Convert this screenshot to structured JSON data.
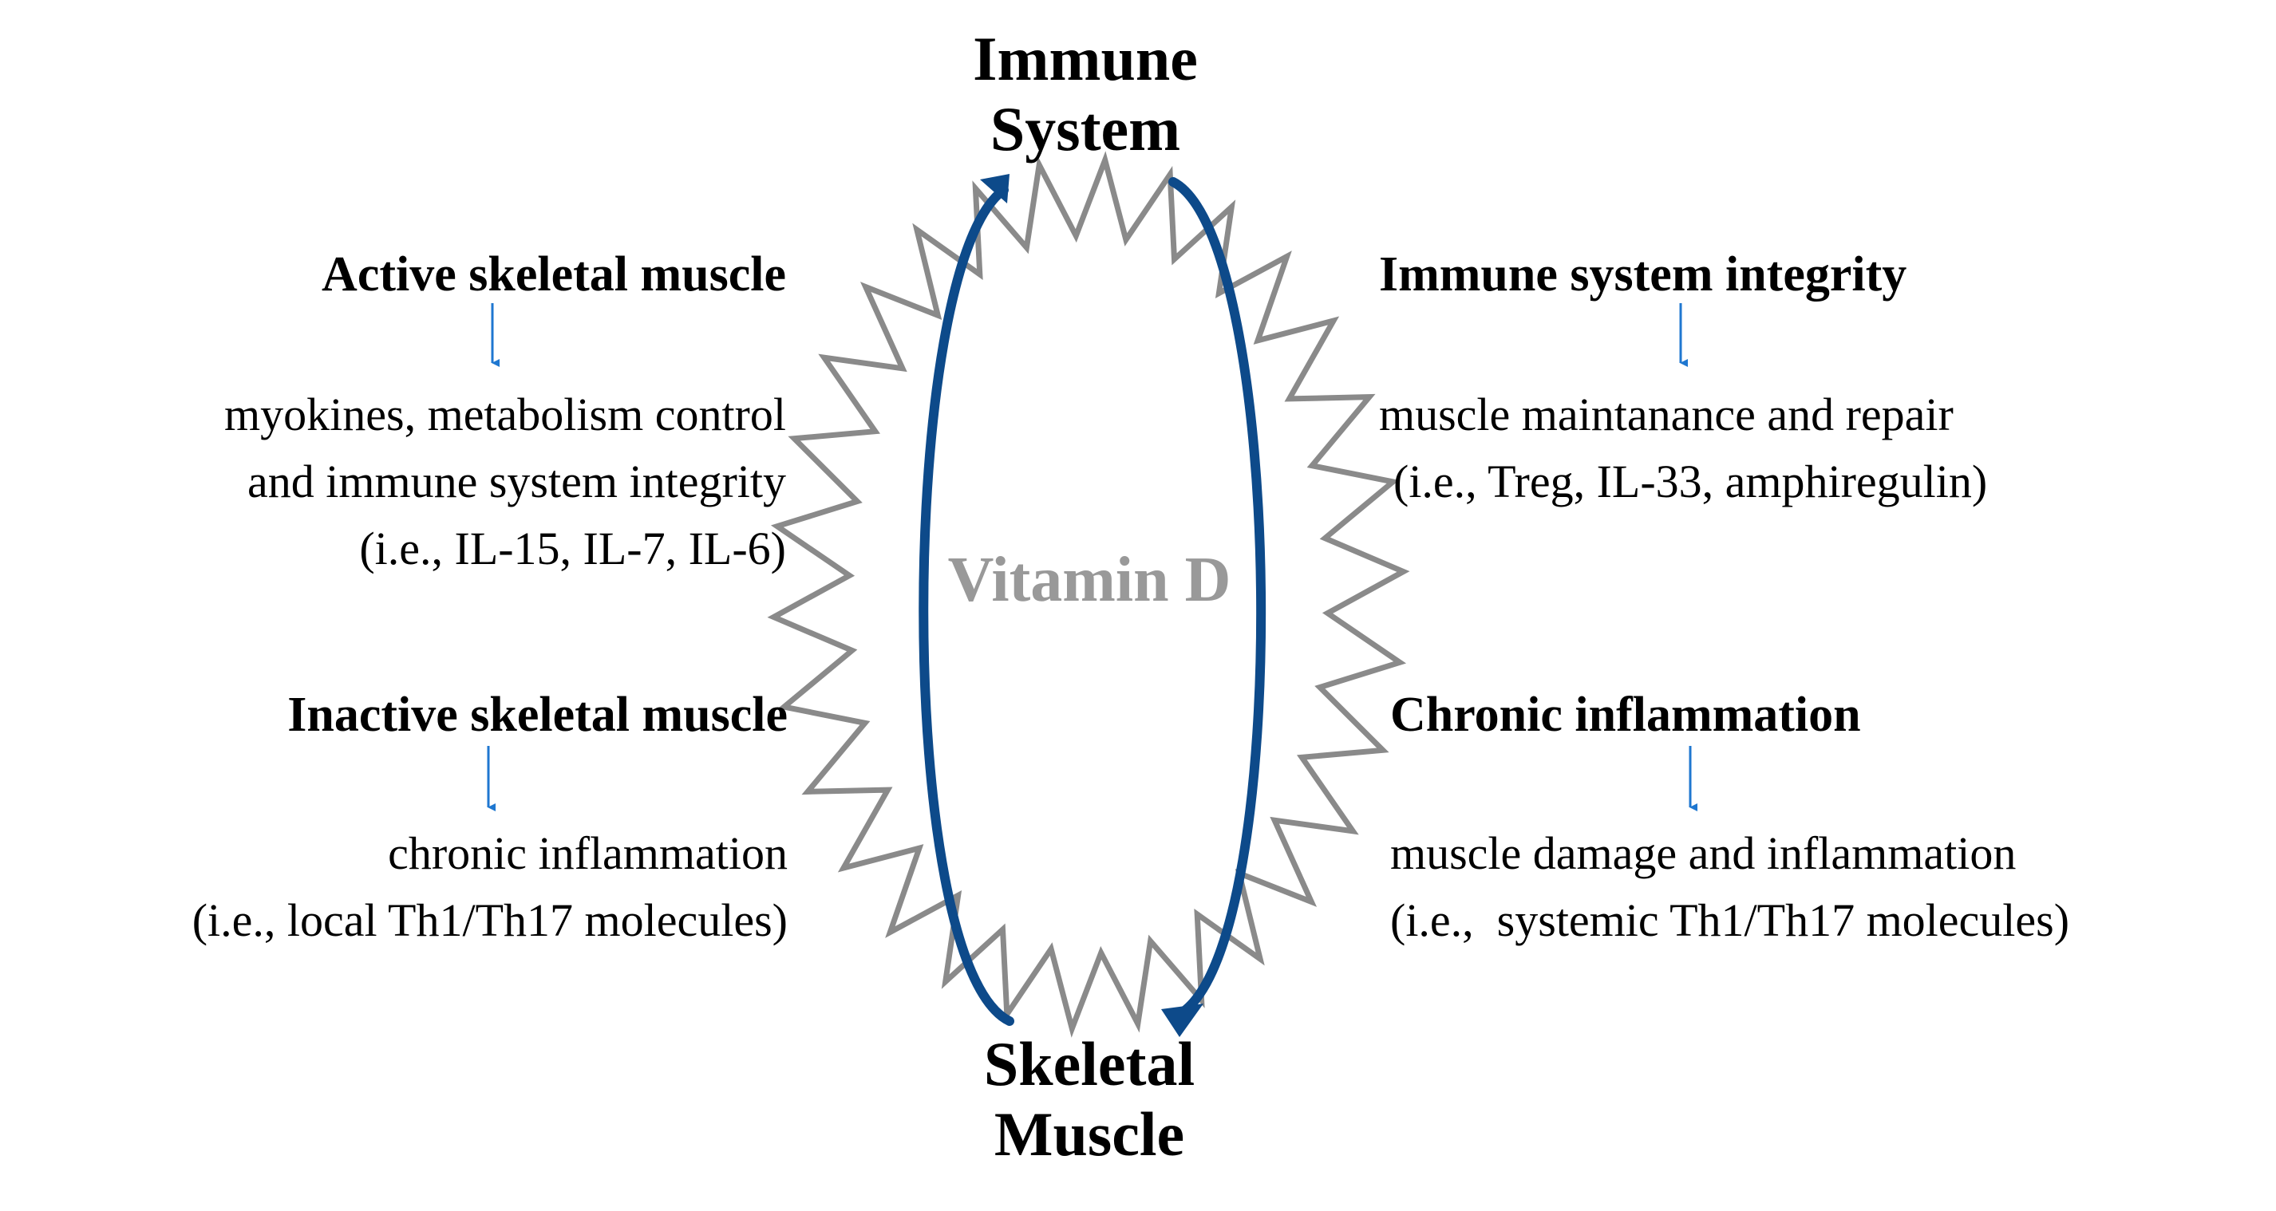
{
  "nodes": {
    "immune_system": [
      "Immune",
      "System"
    ],
    "skeletal_muscle": [
      "Skeletal",
      "Muscle"
    ],
    "center": "Vitamin D"
  },
  "left": {
    "active": {
      "heading": "Active skeletal muscle",
      "lines": [
        "myokines, metabolism control",
        "and immune system integrity",
        "(i.e., IL-15, IL-7, IL-6)"
      ]
    },
    "inactive": {
      "heading": "Inactive skeletal muscle",
      "lines": [
        "chronic inflammation",
        "(i.e., local Th1/Th17 molecules)"
      ]
    }
  },
  "right": {
    "integrity": {
      "heading": "Immune system integrity",
      "lines": [
        "muscle maintanance and repair",
        "(i.e., Treg, IL-33, amphiregulin)"
      ]
    },
    "inflammation": {
      "heading": "Chronic inflammation",
      "lines": [
        "muscle damage and inflammation",
        "(i.e.,  systemic Th1/Th17 molecules)"
      ]
    }
  },
  "colors": {
    "loop_blue": "#0d4a8a",
    "arrow_blue": "#1f77d0",
    "star_gray": "#8a8a8a",
    "center_gray": "#999999"
  }
}
